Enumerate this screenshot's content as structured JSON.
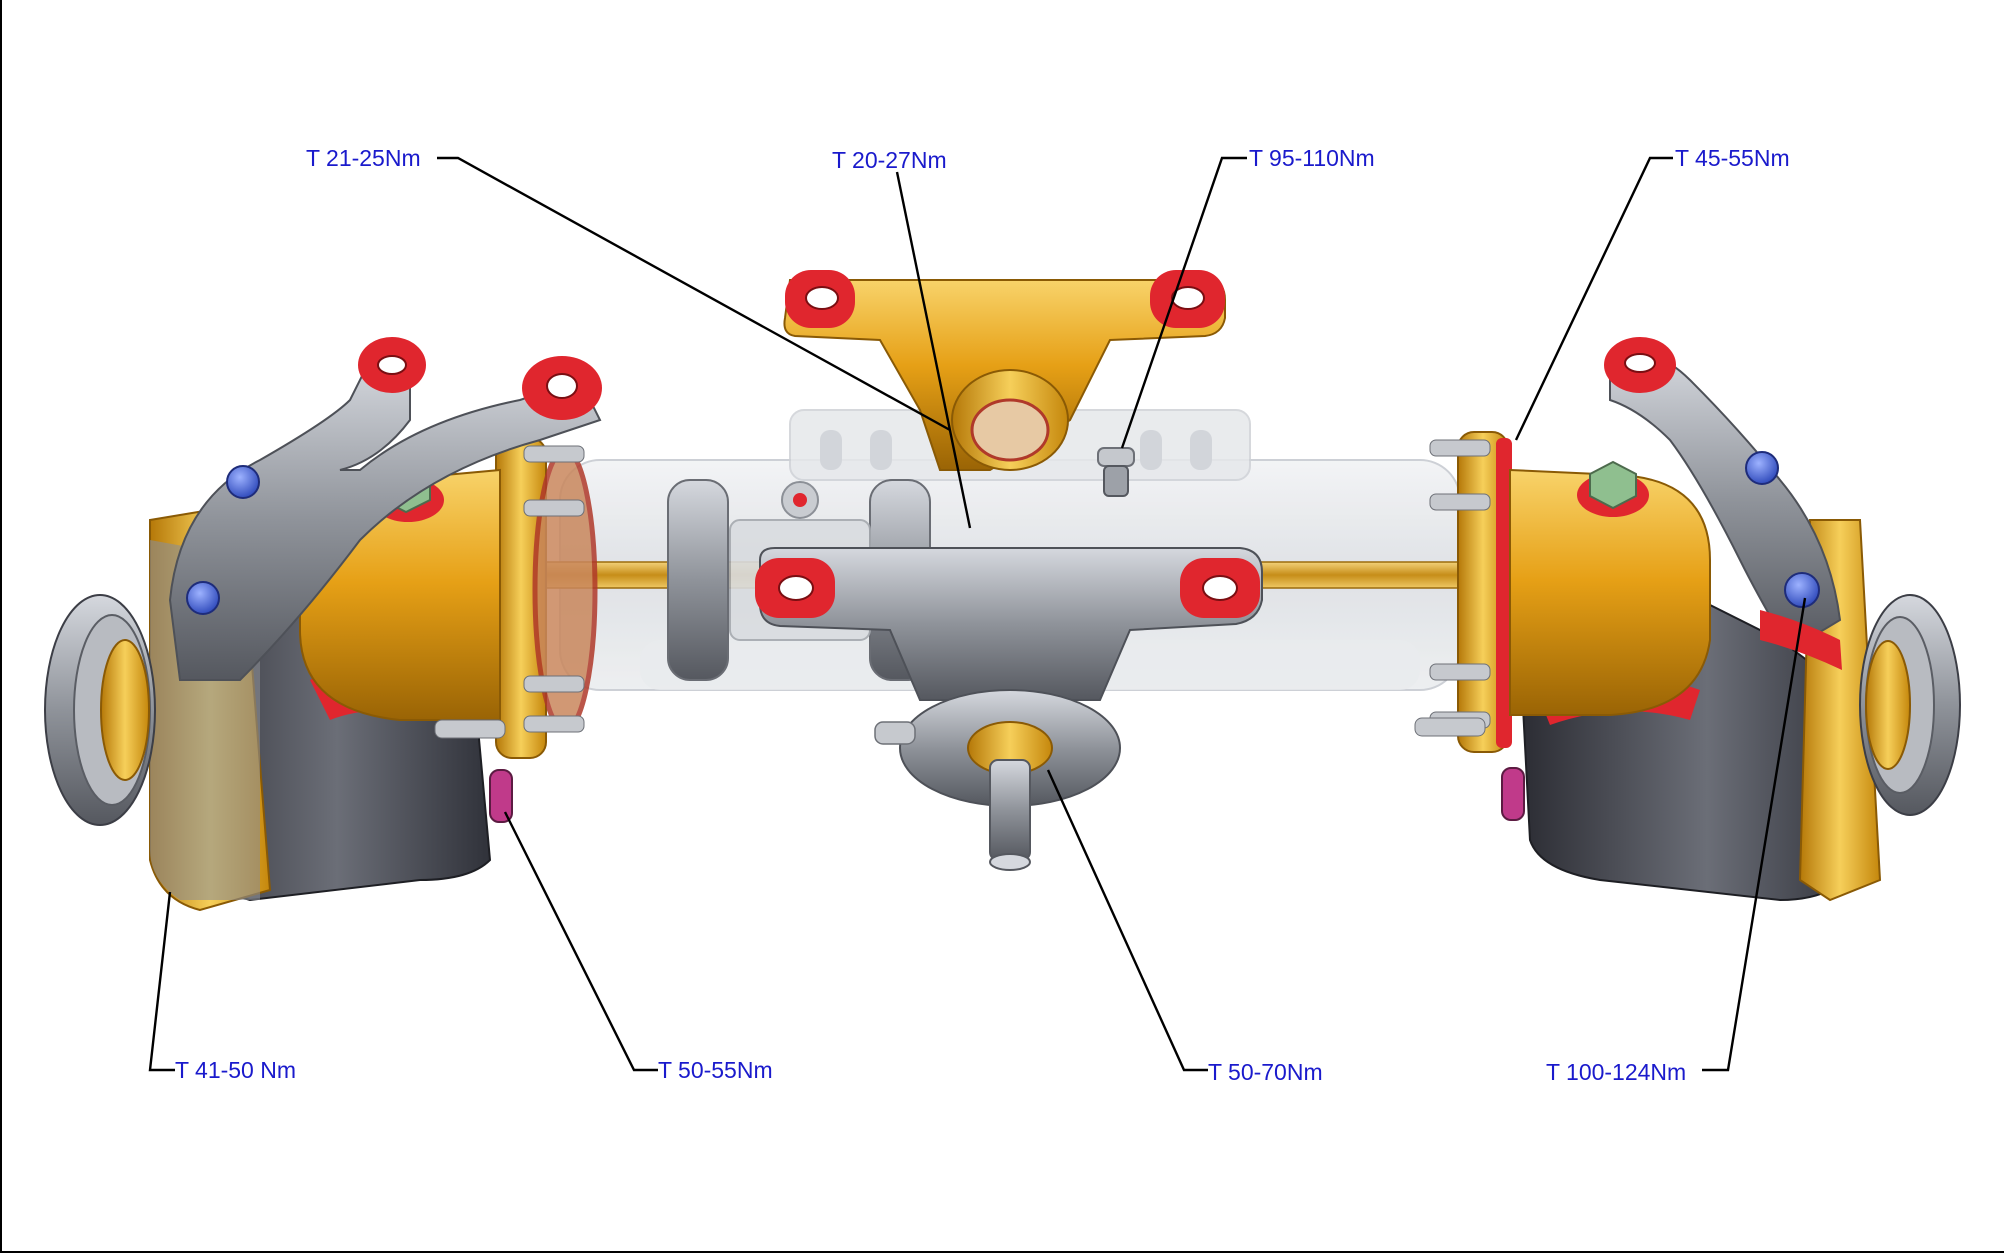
{
  "labels": {
    "t1": "T 21-25Nm",
    "t2": "T 20-27Nm",
    "t3": "T 95-110Nm",
    "t4": "T 45-55Nm",
    "t5": "T 41-50 Nm",
    "t6": "T 50-55Nm",
    "t7": "T 50-70Nm",
    "t8": "T 100-124Nm"
  },
  "colors": {
    "label_text": "#1a1acc",
    "leader_line": "#000000",
    "gold": "#e6a016",
    "gold_light": "#f6cf5a",
    "steel": "#8f939a",
    "steel_dark": "#3c3e46",
    "red_seal": "#e0262e",
    "bolt_blue": "#3b5bd8",
    "plug_green": "#8fbf8f",
    "housing_glass": "#e3e6ea"
  }
}
